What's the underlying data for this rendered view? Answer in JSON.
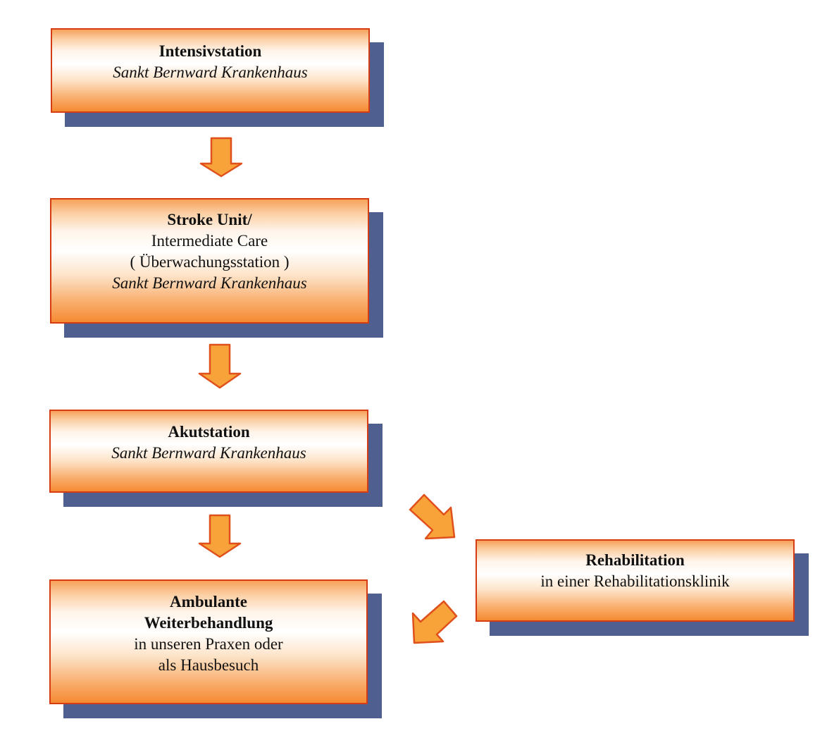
{
  "diagram": {
    "nodes": {
      "intensivstation": {
        "title": "Intensivstation",
        "location": "Sankt Bernward Krankenhaus"
      },
      "stroke_unit": {
        "title": "Stroke Unit/",
        "line2": "Intermediate Care",
        "line3": "( Überwachungsstation )",
        "location": "Sankt Bernward Krankenhaus"
      },
      "akutstation": {
        "title": "Akutstation",
        "location": "Sankt Bernward Krankenhaus"
      },
      "ambulante": {
        "title_line1": "Ambulante",
        "title_line2": "Weiterbehandlung",
        "line3": "in unseren Praxen oder",
        "line4": "als Hausbesuch"
      },
      "rehabilitation": {
        "title": "Rehabilitation",
        "line2": "in einer Rehabilitationsklinik"
      }
    },
    "edges": [
      {
        "from": "intensivstation",
        "to": "stroke_unit"
      },
      {
        "from": "stroke_unit",
        "to": "akutstation"
      },
      {
        "from": "akutstation",
        "to": "ambulante"
      },
      {
        "from": "akutstation",
        "to": "rehabilitation"
      },
      {
        "from": "rehabilitation",
        "to": "ambulante"
      }
    ],
    "colors": {
      "box_border": "#d63c14",
      "box_fill_edge": "#f58a32",
      "shadow": "#4f5f90",
      "arrow_fill": "#f8a23a",
      "arrow_stroke": "#e0501c"
    }
  }
}
